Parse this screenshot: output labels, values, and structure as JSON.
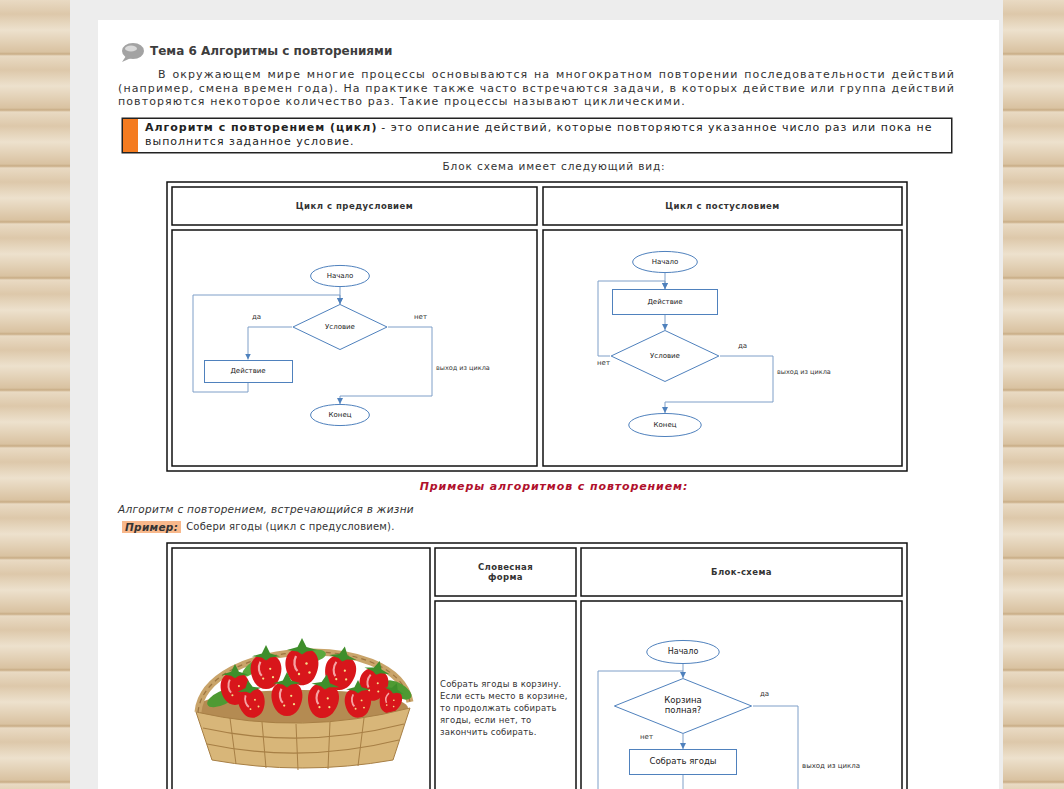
{
  "diagram": {
    "title": "Тема 6 Алгоритмы с повторениями",
    "nodes": [
      {
        "text": [
          "Алгоритм с повторением (цикл)",
          "- это описание действий, которые повторяются указанное число раз или пока не выполнится заданное условие."
        ]
      },
      {
        "text": [
          "Начало"
        ]
      },
      {
        "text": [
          "Условие"
        ]
      },
      {
        "text": [
          "Действие"
        ]
      },
      {
        "text": [
          "Конец"
        ]
      },
      {
        "text": [
          "Начало"
        ]
      },
      {
        "text": [
          "Действие"
        ]
      },
      {
        "text": [
          "Условие"
        ]
      },
      {
        "text": [
          "Конец"
        ]
      },
      {
        "text": [
          "Начало"
        ]
      },
      {
        "text": [
          "Корзина полная?"
        ]
      },
      {
        "text": [
          "Собрать ягоды"
        ]
      }
    ],
    "edges": [
      {
        "from": 1,
        "to": 2,
        "arrow": "to"
      },
      {
        "from": 2,
        "to": 3,
        "label": "да",
        "arrow": "to"
      },
      {
        "from": 3,
        "to": 2,
        "arrow": "to"
      },
      {
        "from": 2,
        "to": 4,
        "label": "нет",
        "arrow": "to"
      },
      {
        "from": 5,
        "to": 6,
        "arrow": "to"
      },
      {
        "from": 6,
        "to": 7,
        "arrow": "to"
      },
      {
        "from": 7,
        "to": 6,
        "label": "нет",
        "arrow": "to"
      },
      {
        "from": 7,
        "to": 8,
        "label": "да",
        "arrow": "to"
      },
      {
        "from": 9,
        "to": 10,
        "arrow": "to"
      },
      {
        "from": 10,
        "to": 11,
        "label": "нет",
        "arrow": "to"
      }
    ],
    "labels": [
      "В окружающем мире многие процессы основываются на многократном повторении последовательности действий (например, смена времен года). На практике также часто встречаются задачи, в которых действие или группа действий повторяются некоторое количество раз. Такие процессы называют циклическими.",
      "Блок схема имеет следующий вид:",
      "Цикл с предусловием",
      "Цикл с постусловием",
      "выход из цикла",
      "выход из цикла",
      "Примеры алгоритмов с повторением:",
      "Алгоритм с повторением, встречающийся в жизни",
      "Пример:",
      "Собери ягоды (цикл с предусловием).",
      "Словесная форма",
      "Блок-схема",
      "Собрать ягоды в корзину. Если есть место в корзине, то продолжать собирать ягоды, если нет, то закончить собирать.",
      "да",
      "выход из цикла"
    ]
  }
}
